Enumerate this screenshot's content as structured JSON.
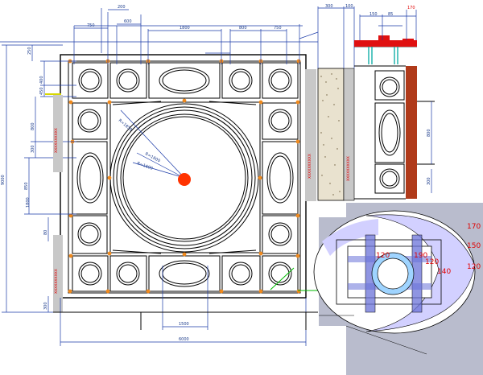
{
  "drawing": {
    "colors": {
      "outline": "#000000",
      "dimension": "#1a3aa8",
      "center_dot": "#ff3300",
      "node_dot": "#f08a1e",
      "gray_strip": "#c8c8c8",
      "speckle": "#e9e2cf",
      "wood": "#b03a1a",
      "red_band": "#e01010",
      "section_fill": "#b9bccd",
      "violet_fill": "#d2d0ff",
      "cyan_ring": "#9fd4ff",
      "blue_bar": "#6a72d8",
      "green_line": "#00bb00",
      "red_label": "#e00000"
    },
    "top_dims": [
      "200",
      "750",
      "600",
      "1800",
      "800",
      "750"
    ],
    "side_dims": [
      "9000",
      "250",
      "400",
      "450",
      "800",
      "300",
      "850",
      "1800",
      "80",
      "300"
    ],
    "bottom_dims": [
      "1500",
      "6000"
    ],
    "radius_labels": [
      "R=1850",
      "R=1600",
      "R=1600"
    ],
    "strip_labels": [
      "XXXXXXXXXX",
      "XXXXXXXXXX",
      "XXXXXXXXXX",
      "XXXXXXXXXX"
    ],
    "right_dims": [
      "300",
      "100",
      "150",
      "85",
      "170",
      "800",
      "300"
    ],
    "section_labels": [
      "170",
      "150",
      "120",
      "120",
      "190",
      "120",
      "140"
    ]
  }
}
